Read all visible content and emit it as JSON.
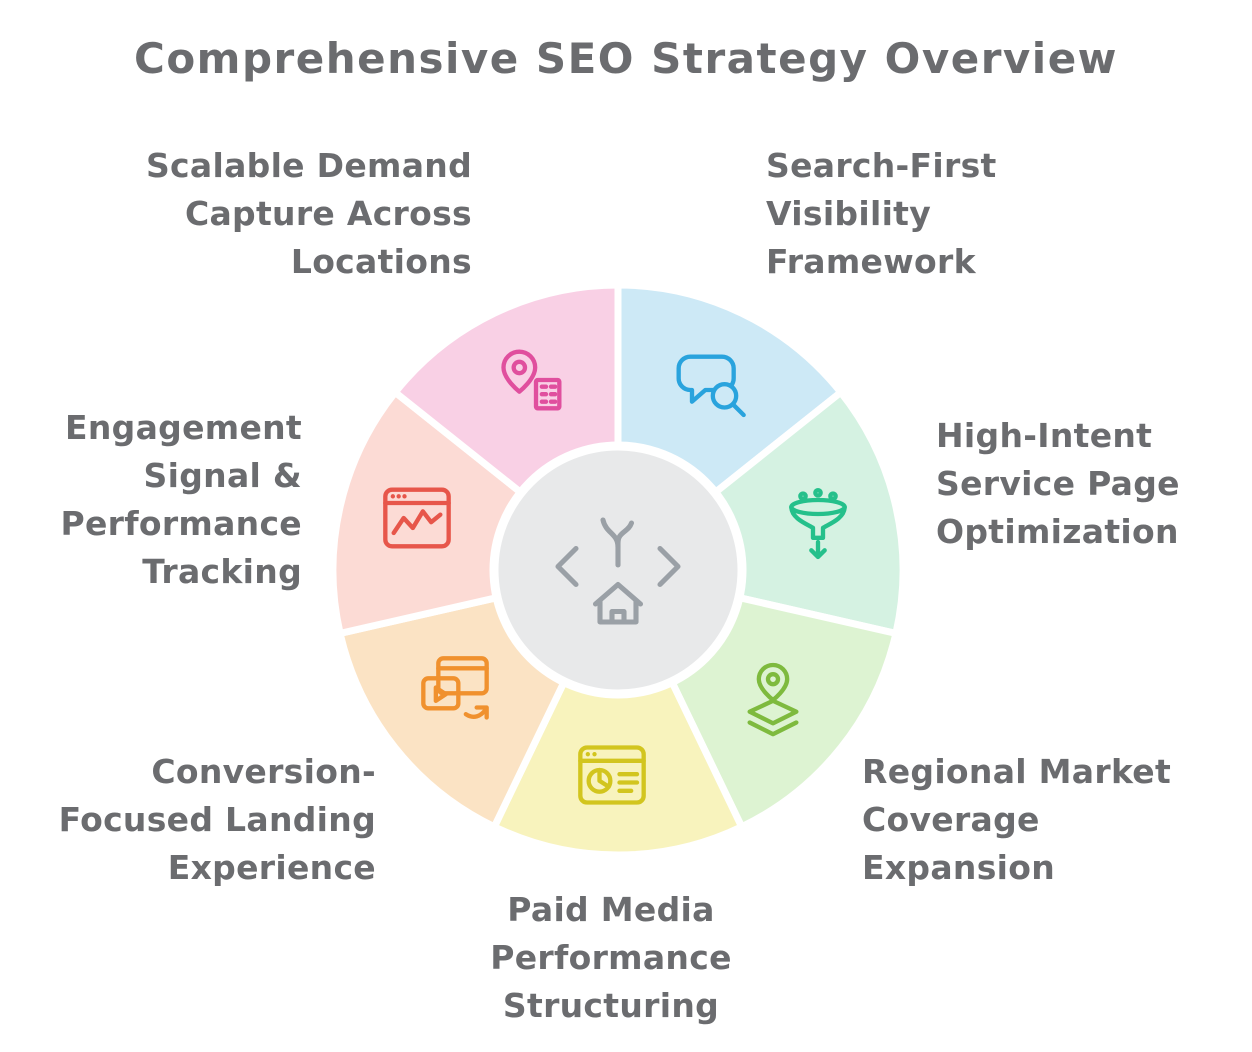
{
  "title": "Comprehensive SEO Strategy Overview",
  "wheel": {
    "separator_color": "#ffffff",
    "center": {
      "color": "#e8e9ea",
      "ring_color": "#ffffff",
      "icon": "site-structure-icon",
      "icon_color": "#9aa0a6"
    }
  },
  "segments": [
    {
      "id": "search-first",
      "label": "Search-First\nVisibility\nFramework",
      "color": "#cde9f6",
      "icon": "chat-search-icon",
      "icon_color": "#29a3dd"
    },
    {
      "id": "high-intent",
      "label": "High-Intent\nService Page\nOptimization",
      "color": "#d5f2e2",
      "icon": "funnel-icon",
      "icon_color": "#25c08b"
    },
    {
      "id": "regional",
      "label": "Regional Market\nCoverage\nExpansion",
      "color": "#ddf3d2",
      "icon": "map-pin-layers-icon",
      "icon_color": "#7eba3e"
    },
    {
      "id": "paid-media",
      "label": "Paid Media\nPerformance\nStructuring",
      "color": "#f8f3bd",
      "icon": "browser-pie-icon",
      "icon_color": "#d2c51e"
    },
    {
      "id": "conversion",
      "label": "Conversion-\nFocused Landing\nExperience",
      "color": "#fbe3c4",
      "icon": "windows-conversion-icon",
      "icon_color": "#f0912e"
    },
    {
      "id": "engagement",
      "label": "Engagement\nSignal &\nPerformance\nTracking",
      "color": "#fcdbd5",
      "icon": "browser-chart-icon",
      "icon_color": "#e7564a"
    },
    {
      "id": "scalable",
      "label": "Scalable Demand\nCapture Across\nLocations",
      "color": "#f9d0e5",
      "icon": "pin-building-icon",
      "icon_color": "#e04f9e"
    }
  ]
}
